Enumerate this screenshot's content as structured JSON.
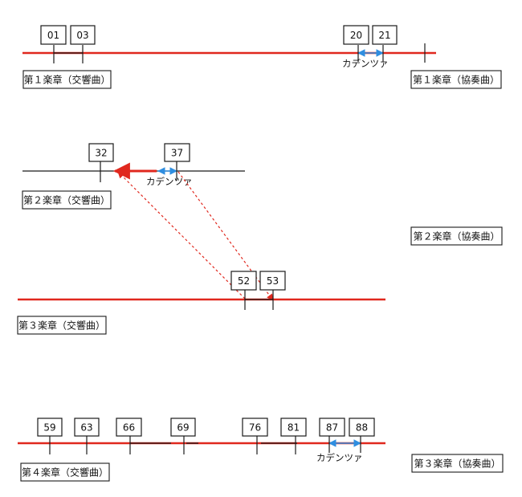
{
  "colors": {
    "red": "#e0281e",
    "black": "#1a1a1a",
    "blue": "#2f8ee0"
  },
  "labels": {
    "sym1": "第１楽章（交響曲）",
    "con1": "第１楽章（協奏曲）",
    "sym2": "第２楽章（交響曲）",
    "con2": "第２楽章（協奏曲）",
    "sym3": "第３楽章（交響曲）",
    "sym4": "第４楽章（交響曲）",
    "con3": "第３楽章（協奏曲）"
  },
  "cadenza": "カデンツァ",
  "numbers": {
    "n01": "01",
    "n03": "03",
    "n20": "20",
    "n21": "21",
    "n32": "32",
    "n37": "37",
    "n52": "52",
    "n53": "53",
    "n59": "59",
    "n63": "63",
    "n66": "66",
    "n69": "69",
    "n76": "76",
    "n81": "81",
    "n87": "87",
    "n88": "88"
  }
}
